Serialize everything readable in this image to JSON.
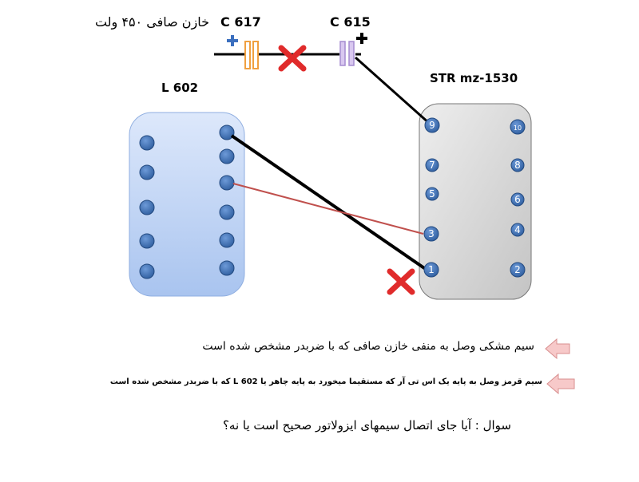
{
  "capacitor_caption": "خازن صافی ۴۵۰ ولت",
  "c617": {
    "label": "C 617",
    "polarity": "+"
  },
  "c615": {
    "label": "C 615",
    "polarity": "+"
  },
  "l602": {
    "label": "L 602"
  },
  "str": {
    "label": "STR mz-1530",
    "pins": {
      "p1": "1",
      "p2": "2",
      "p3": "3",
      "p4": "4",
      "p5": "5",
      "p6": "6",
      "p7": "7",
      "p8": "8",
      "p9": "9",
      "p10": "10"
    }
  },
  "notes": {
    "black_wire": "سیم مشکی وصل به منفی خازن صافی که با ضربدر مشخص شده است",
    "red_wire": "سیم قرمز وصل به پایه یک اس تی آر که مستقیما میخورد به پایه چاهر یا L 602 که با ضربدر مشخص شده است",
    "question": "سوال : آیا جای اتصال سیمهای ایزولاتور صحیح است یا نه؟"
  },
  "colors": {
    "l602_fill": "#b4ccf2",
    "str_fill": "#cfcfcf",
    "pin_fill": "#3f6fb3",
    "cross": "#e02b2b",
    "red_wire": "#c0504d",
    "arrow_fill": "#f7c9c9"
  }
}
